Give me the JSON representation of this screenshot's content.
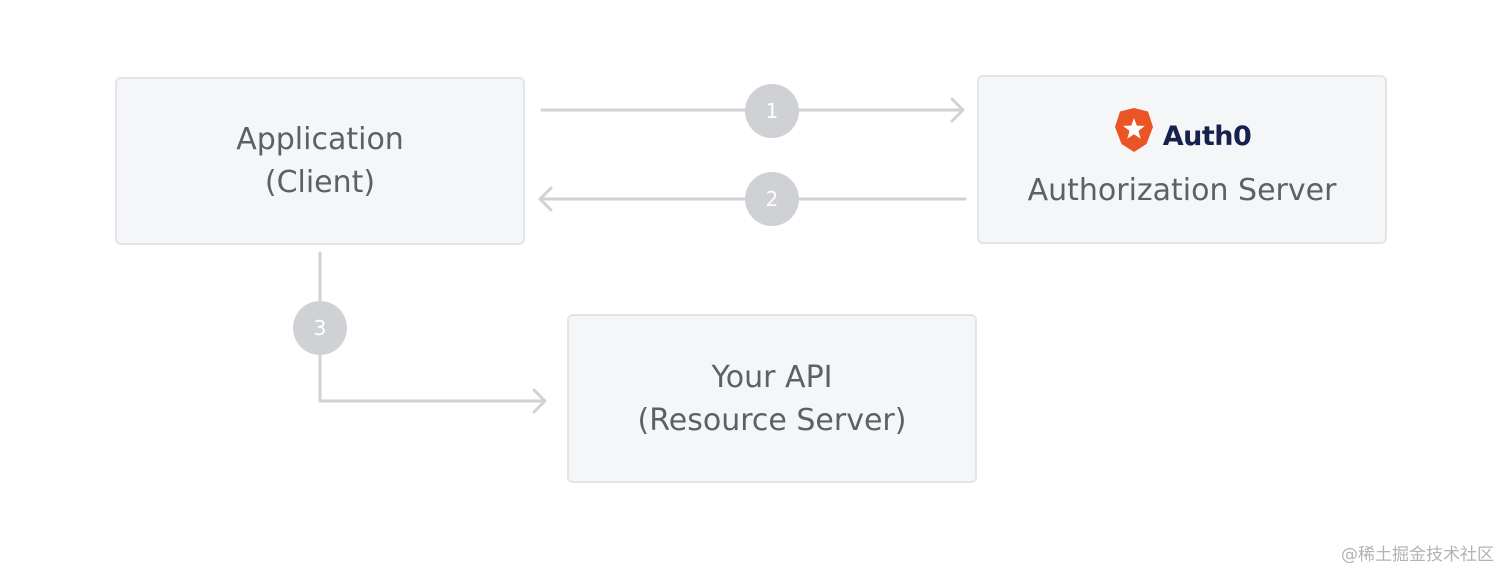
{
  "application_box": {
    "line1": "Application",
    "line2": "(Client)"
  },
  "auth_box": {
    "brand": "Auth0",
    "label": "Authorization Server",
    "logo_icon": "auth0-shield-star-icon",
    "brand_color": "#eb5424"
  },
  "api_box": {
    "line1": "Your API",
    "line2": "(Resource Server)"
  },
  "steps": [
    "1",
    "2",
    "3"
  ],
  "colors": {
    "connector": "#d0d2d5",
    "step_circle": "#cfd1d4",
    "box_fill": "#f5f6f8",
    "box_border": "#e3e5e8",
    "text": "#5c6168"
  },
  "watermark": "@稀土掘金技术社区"
}
